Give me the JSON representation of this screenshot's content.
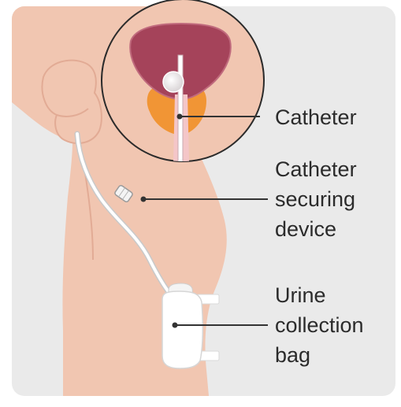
{
  "labels": {
    "catheter": "Catheter",
    "securing_device": [
      "Catheter",
      "securing",
      "device"
    ],
    "collection_bag": [
      "Urine",
      "collection",
      "bag"
    ]
  },
  "colors": {
    "panel_background": "#eaeaea",
    "skin": "#f1c6b1",
    "skin_outline": "#e2ab95",
    "bladder": "#a5435a",
    "prostate": "#f19535",
    "catheter_tube": "#ffffff",
    "bag": "#ffffff",
    "leader_lines": "#333333"
  }
}
